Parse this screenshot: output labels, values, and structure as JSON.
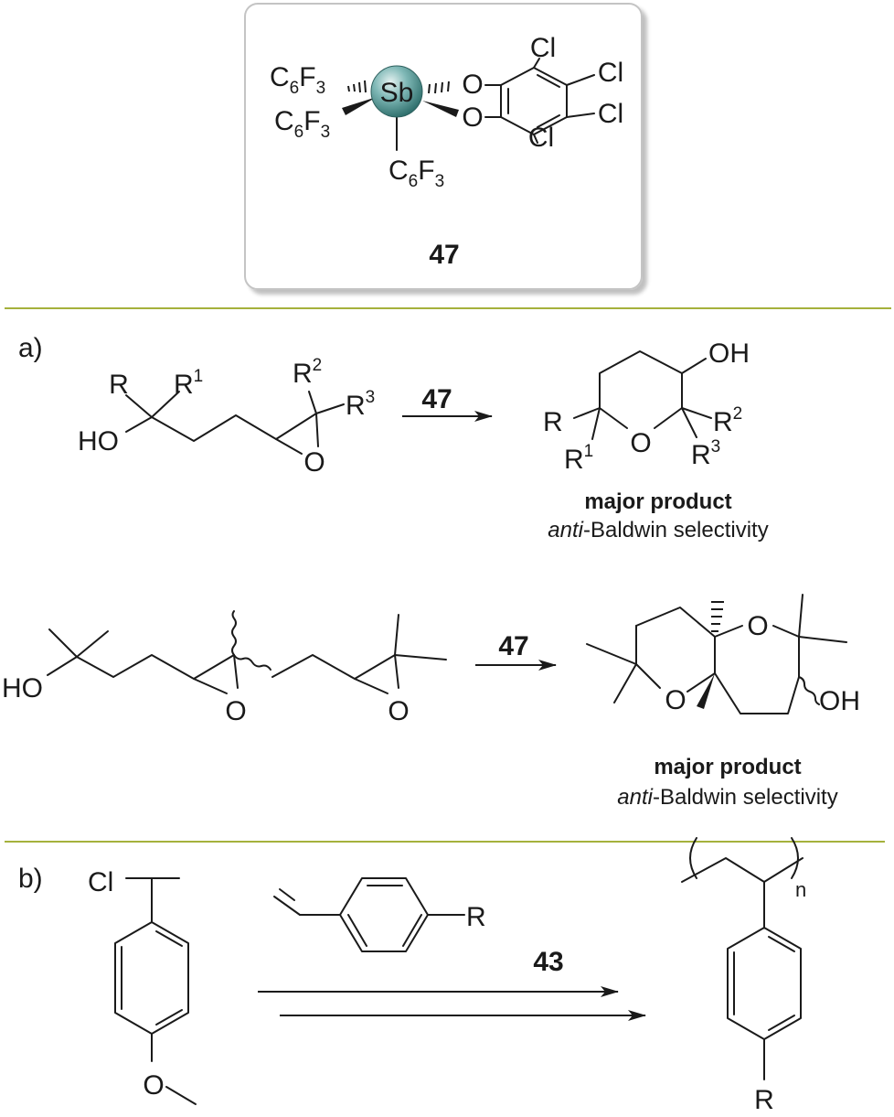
{
  "colors": {
    "divider": "#a5b13c",
    "sb_sphere": "#5fa4a2",
    "box_border": "#c4c4c4",
    "ink": "#1a1a1a"
  },
  "catalyst": {
    "compound_number": "47",
    "metal": "Sb",
    "ligand_upper": "C6F3",
    "ligand_middle": "C6F3",
    "ligand_lower": "C6F3",
    "oxygen_top": "O",
    "oxygen_bottom": "O",
    "cl_1": "Cl",
    "cl_2": "Cl",
    "cl_3": "Cl",
    "cl_4": "Cl"
  },
  "section_a": {
    "label": "a)",
    "reaction1": {
      "reagent": "47",
      "sm": {
        "R": "R",
        "R1": "R",
        "R1_sup": "1",
        "R2": "R",
        "R2_sup": "2",
        "R3": "R",
        "R3_sup": "3",
        "HO": "HO",
        "O": "O"
      },
      "product": {
        "OH": "OH",
        "R": "R",
        "R1": "R",
        "R1_sup": "1",
        "O": "O",
        "R2": "R",
        "R2_sup": "2",
        "R3": "R",
        "R3_sup": "3"
      },
      "caption_bold": "major product",
      "caption_italic": "anti",
      "caption_rest": "-Baldwin selectivity"
    },
    "reaction2": {
      "reagent": "47",
      "sm": {
        "HO": "HO",
        "O1": "O",
        "O2": "O"
      },
      "product": {
        "O_top": "O",
        "O_left": "O",
        "OH": "OH"
      },
      "caption_bold": "major product",
      "caption_italic": "anti",
      "caption_rest": "-Baldwin selectivity"
    }
  },
  "section_b": {
    "label": "b)",
    "reagent": "43",
    "sm": {
      "Cl": "Cl",
      "O": "O"
    },
    "monomer": {
      "R": "R"
    },
    "product": {
      "n": "n",
      "R": "R"
    }
  }
}
